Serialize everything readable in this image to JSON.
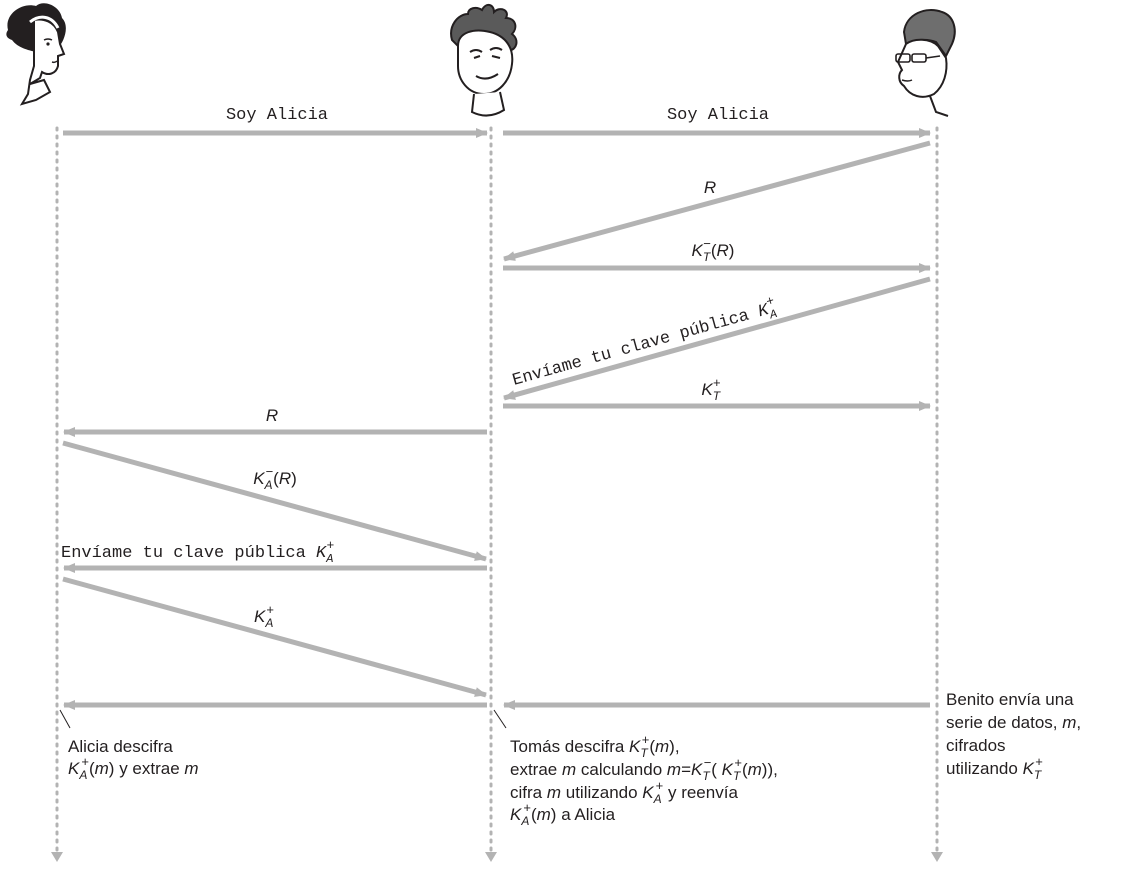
{
  "participants": [
    {
      "id": "alicia",
      "icon": "woman-avatar-icon"
    },
    {
      "id": "tomas",
      "icon": "intruder-avatar-icon"
    },
    {
      "id": "benito",
      "icon": "man-with-glasses-avatar-icon"
    }
  ],
  "messages": {
    "soy_alicia_1": "Soy Alicia",
    "soy_alicia_2": "Soy Alicia",
    "r_1": "R",
    "kt_minus_r": {
      "k": "K",
      "sub": "T",
      "sup": "−",
      "arg": "R"
    },
    "enviame_1": {
      "text": "Envíame tu clave pública ",
      "k": "K",
      "sub": "A",
      "sup": "+"
    },
    "kt_plus": {
      "k": "K",
      "sub": "T",
      "sup": "+"
    },
    "r_2": "R",
    "ka_minus_r": {
      "k": "K",
      "sub": "A",
      "sup": "−",
      "arg": "R"
    },
    "enviame_2": {
      "text": "Envíame tu clave pública ",
      "k": "K",
      "sub": "A",
      "sup": "+"
    },
    "ka_plus": {
      "k": "K",
      "sub": "A",
      "sup": "+"
    }
  },
  "notes": {
    "alicia": {
      "line1": "Alicia descifra",
      "line2_k": "K",
      "line2_sub": "A",
      "line2_sup": "+",
      "line2_arg": "m",
      "line2_rest": " y extrae ",
      "line2_m": "m"
    },
    "tomas": {
      "line1_text": "Tomás descifra ",
      "line1_k": "K",
      "line1_sub": "T",
      "line1_sup": "+",
      "line1_arg": "m",
      "line1_end": ",",
      "line2_text": "extrae ",
      "line2_m": "m",
      "line2_mid": " calculando ",
      "line2_m2": "m",
      "line2_eq": "=",
      "line2_k": "K",
      "line2_sub": "T",
      "line2_sup": "−",
      "line2_open": "( ",
      "line2_k2": "K",
      "line2_sub2": "T",
      "line2_sup2": "+",
      "line2_arg": "m",
      "line2_close": ")),",
      "line3_text": "cifra ",
      "line3_m": "m",
      "line3_mid": " utilizando ",
      "line3_k": "K",
      "line3_sub": "A",
      "line3_sup": "+",
      "line3_end": " y reenvía",
      "line4_k": "K",
      "line4_sub": "A",
      "line4_sup": "+",
      "line4_arg": "m",
      "line4_end": " a Alicia"
    },
    "benito": {
      "line1": "Benito envía una",
      "line2_text": "serie de datos, ",
      "line2_m": "m",
      "line2_end": ",",
      "line3": "cifrados",
      "line4_text": "utilizando ",
      "line4_k": "K",
      "line4_sub": "T",
      "line4_sup": "+"
    }
  },
  "colors": {
    "arrow": "#b3b3b3",
    "lifeline": "#b3b3b3",
    "text": "#231f20"
  }
}
